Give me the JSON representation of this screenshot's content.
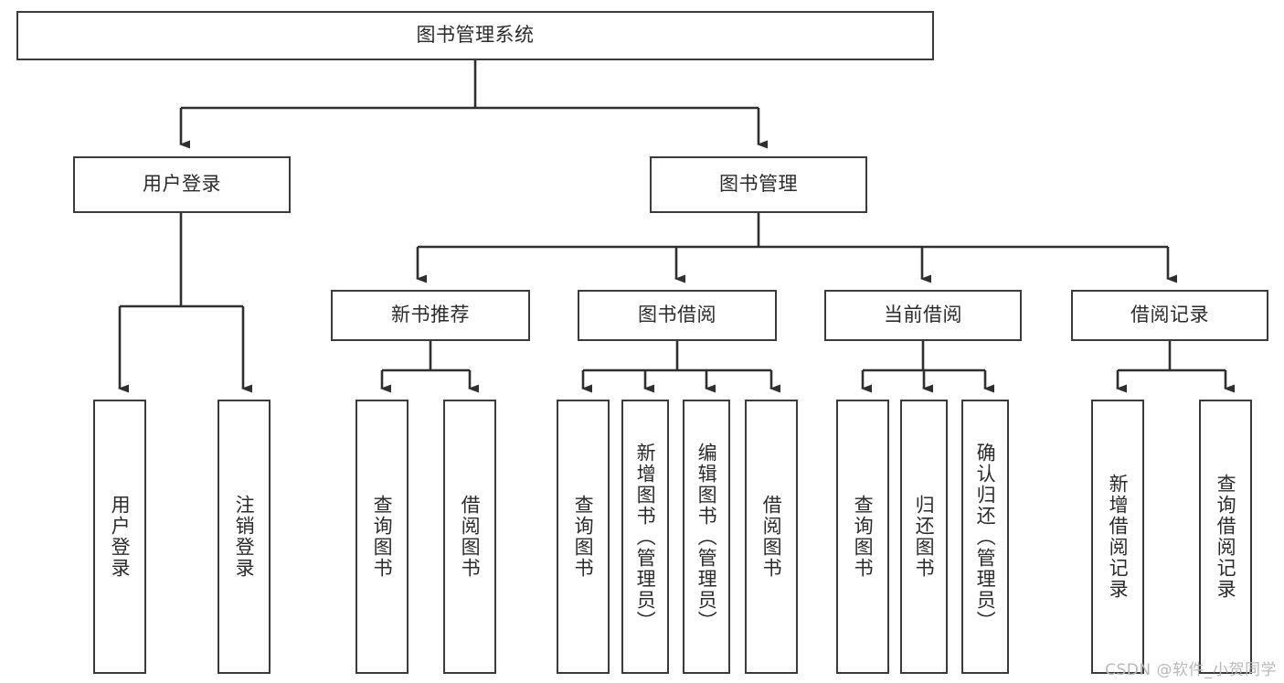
{
  "diagram": {
    "type": "tree",
    "title": "图书管理系统",
    "orientation": "top-down",
    "colors": {
      "box_border": "#3b3b3b",
      "box_fill": "#ffffff",
      "connector": "#2f2f2f",
      "text": "#2b2b2b",
      "watermark": "#b9b9b9"
    },
    "root": {
      "id": "root",
      "label": "图书管理系统",
      "orientation": "horizontal"
    },
    "level1": [
      {
        "id": "user-login",
        "label": "用户登录",
        "orientation": "horizontal"
      },
      {
        "id": "book-management",
        "label": "图书管理",
        "orientation": "horizontal"
      }
    ],
    "level2": [
      {
        "id": "new-book-recommend",
        "label": "新书推荐",
        "orientation": "horizontal",
        "parent": "book-management"
      },
      {
        "id": "book-borrow",
        "label": "图书借阅",
        "orientation": "horizontal",
        "parent": "book-management"
      },
      {
        "id": "current-borrow",
        "label": "当前借阅",
        "orientation": "horizontal",
        "parent": "book-management"
      },
      {
        "id": "borrow-record",
        "label": "借阅记录",
        "orientation": "horizontal",
        "parent": "book-management"
      }
    ],
    "leaves": {
      "user-login": [
        {
          "id": "leaf-user-login",
          "label": "用户登录"
        },
        {
          "id": "leaf-logout",
          "label": "注销登录"
        }
      ],
      "new-book-recommend": [
        {
          "id": "leaf-query-book-1",
          "label": "查询图书"
        },
        {
          "id": "leaf-borrow-book-1",
          "label": "借阅图书"
        }
      ],
      "book-borrow": [
        {
          "id": "leaf-query-book-2",
          "label": "查询图书"
        },
        {
          "id": "leaf-add-book",
          "label": "新增图书（管理员）"
        },
        {
          "id": "leaf-edit-book",
          "label": "编辑图书（管理员）"
        },
        {
          "id": "leaf-borrow-book-2",
          "label": "借阅图书"
        }
      ],
      "current-borrow": [
        {
          "id": "leaf-query-book-3",
          "label": "查询图书"
        },
        {
          "id": "leaf-return-book",
          "label": "归还图书"
        },
        {
          "id": "leaf-confirm-return",
          "label": "确认归还（管理员）"
        }
      ],
      "borrow-record": [
        {
          "id": "leaf-add-record",
          "label": "新增借阅记录"
        },
        {
          "id": "leaf-query-record",
          "label": "查询借阅记录"
        }
      ]
    }
  },
  "watermark": {
    "text": "CSDN @软件_小贺同学"
  }
}
